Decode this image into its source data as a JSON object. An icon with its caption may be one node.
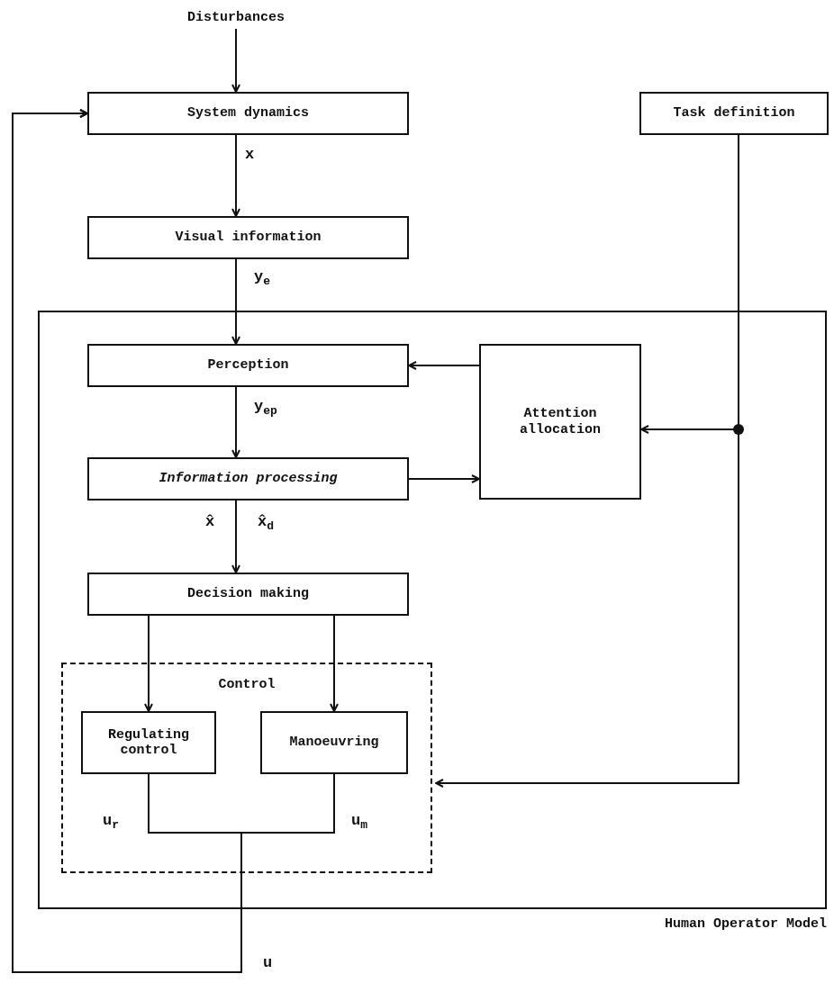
{
  "diagram": {
    "nodes": [
      {
        "text": [
          "Disturbances"
        ]
      },
      {
        "text": [
          "System dynamics"
        ]
      },
      {
        "text": [
          "Task definition"
        ]
      },
      {
        "text": [
          "Visual information"
        ]
      },
      {
        "text": [
          "Human Operator Model"
        ]
      },
      {
        "text": [
          "Perception"
        ],
        "in": 4
      },
      {
        "text": [
          "Attention allocation"
        ],
        "in": 4
      },
      {
        "text": [
          "Information processing"
        ],
        "in": 4
      },
      {
        "text": [
          "Decision making"
        ],
        "in": 4
      },
      {
        "text": [
          "Control"
        ],
        "in": 4
      },
      {
        "text": [
          "Regulating control"
        ],
        "in": 9
      },
      {
        "text": [
          "Manoeuvring"
        ],
        "in": 9
      }
    ],
    "edges": [
      {
        "from": 0,
        "to": 1,
        "arrow": "to"
      },
      {
        "from": 1,
        "to": 3,
        "arrow": "to",
        "label": "x"
      },
      {
        "from": 3,
        "to": 5,
        "arrow": "to",
        "label": "y$_{e}$"
      },
      {
        "from": 5,
        "to": 7,
        "arrow": "to",
        "label": "y$_{e}$$_{p}$"
      },
      {
        "from": 7,
        "to": 8,
        "arrow": "to",
        "label": "x̂"
      },
      {
        "from": 6,
        "to": 5,
        "arrow": "to"
      },
      {
        "from": 7,
        "to": 6,
        "arrow": "to"
      },
      {
        "from": 2,
        "to": 6,
        "arrow": "to"
      },
      {
        "from": 2,
        "to": 9,
        "arrow": "to"
      },
      {
        "from": 8,
        "to": 10,
        "arrow": "to"
      },
      {
        "from": 8,
        "to": 11,
        "arrow": "to"
      },
      {
        "from": 10,
        "to": 1,
        "arrow": "to",
        "label": "u$_{r}$"
      },
      {
        "from": 11,
        "to": 1,
        "arrow": "to",
        "label": "u$_{m}$"
      }
    ],
    "labels": [
      "x̂$_{d}$",
      "u"
    ]
  }
}
